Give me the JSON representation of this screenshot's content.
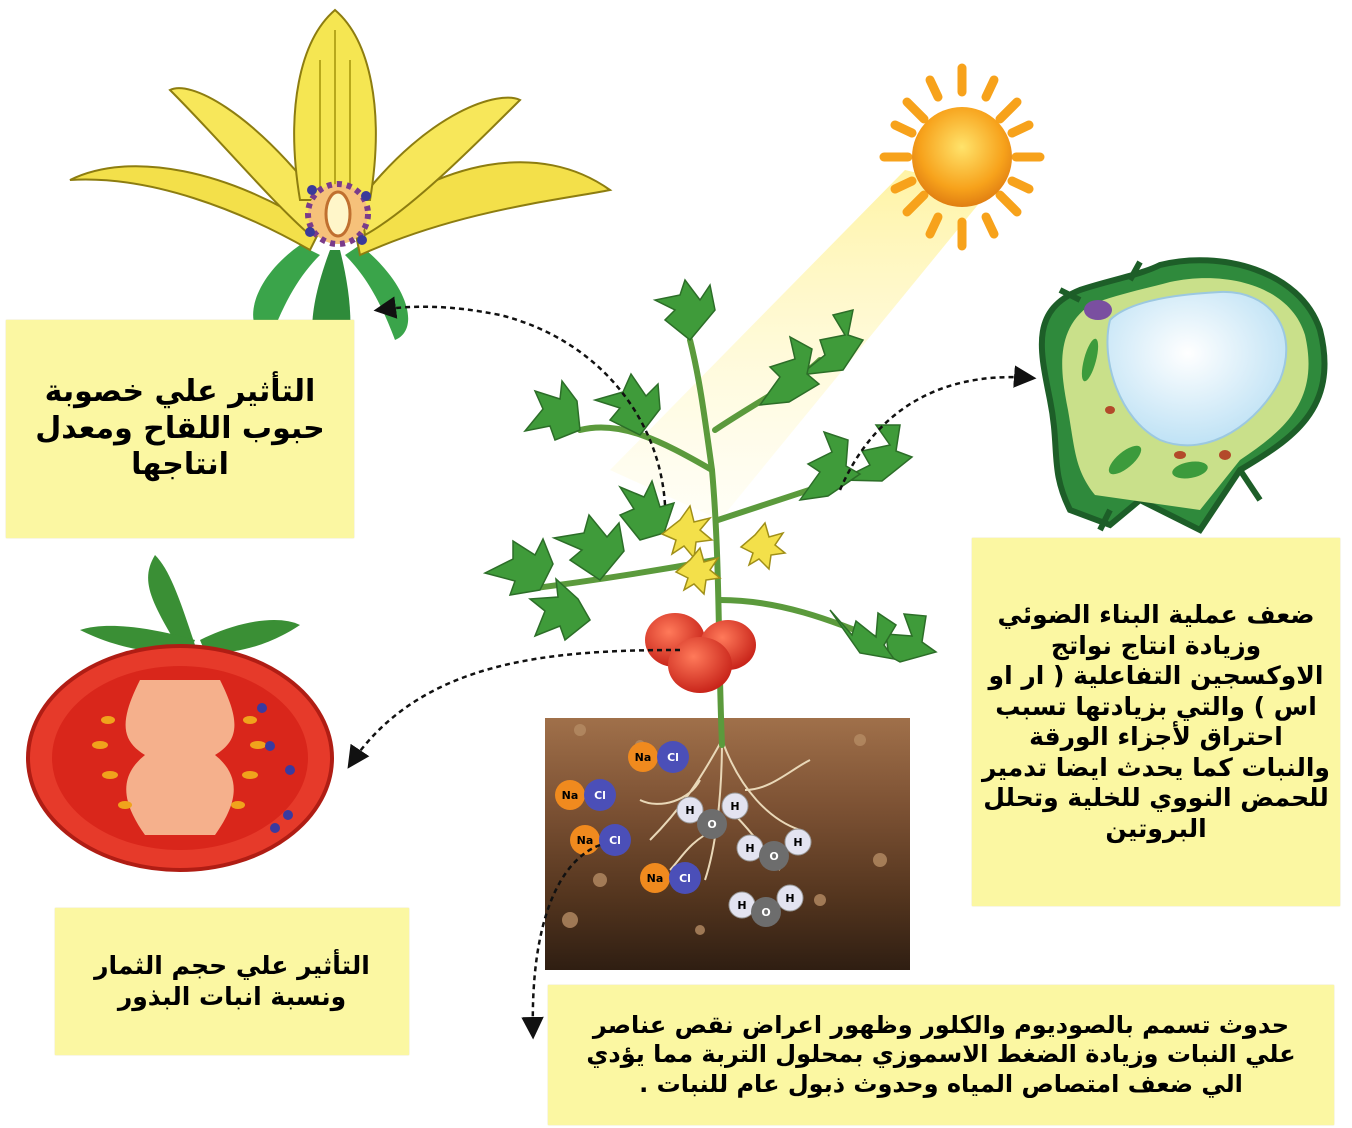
{
  "labels": {
    "pollen_effect": "التأثير علي خصوبة حبوب اللقاح ومعدل انتاجها",
    "fruit_effect": "التأثير علي حجم الثمار ونسبة انبات البذور",
    "photosynthesis_effect": "ضعف عملية البناء الضوئي وزيادة انتاج نواتج الاوكسجين التفاعلية ( ار او اس ) والتي بزيادتها تسبب احتراق لأجزاء الورقة والنبات كما يحدث ايضا تدمير للحمض النووي للخلية وتحلل البروتين",
    "salt_toxicity_effect": "حدوث تسمم بالصوديوم والكلور وظهور اعراض نقص عناصر علي النبات وزيادة الضغط الاسموزي بمحلول التربة مما يؤدي الي ضعف امتصاص المياه وحدوث ذبول عام للنبات ."
  },
  "ions": {
    "sodium": "Na",
    "chloride": "Cl",
    "hydrogen": "H",
    "oxygen": "O"
  },
  "colors": {
    "label_background": "#fbf7a2",
    "sun": "#f7a21b",
    "leaf": "#3f9b3a",
    "tomato": "#e63a2a",
    "soil_top": "#a0704a",
    "soil_bottom": "#3a2618",
    "sodium_ion": "#f08a1e",
    "chloride_ion": "#4b4fb8",
    "water_oxygen": "#6d6d6d",
    "water_hydrogen": "#e3e3f0"
  }
}
